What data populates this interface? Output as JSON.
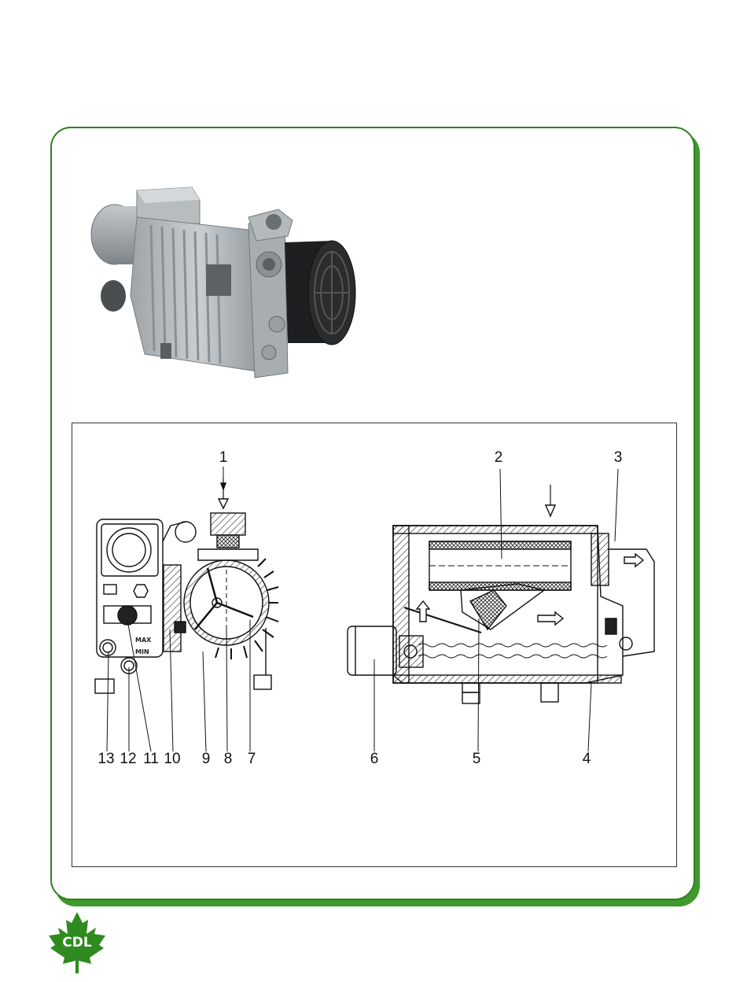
{
  "diagram": {
    "callouts": [
      "1",
      "2",
      "3",
      "4",
      "5",
      "6",
      "7",
      "8",
      "9",
      "10",
      "11",
      "12",
      "13"
    ],
    "oil_level": {
      "max": "MAX",
      "min": "MIN"
    }
  },
  "logo": {
    "text": "CDL",
    "color": "#2f8a1f"
  },
  "colors": {
    "panel_border": "#2f7f1f",
    "panel_shadow": "#3f9a2c"
  }
}
